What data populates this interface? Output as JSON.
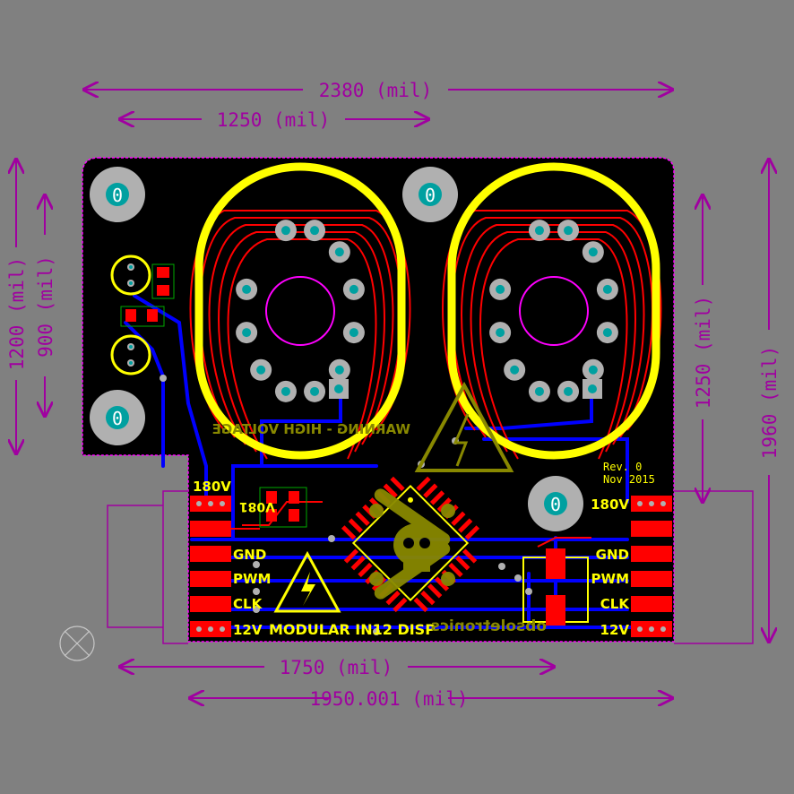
{
  "colors": {
    "background": "#808080",
    "board": "#000000",
    "outline": "#ff00ff",
    "dimension": "#a000a0",
    "silk": "#ffff00",
    "copper_top": "#ff0000",
    "copper_bottom": "#0000ff",
    "pad": "#b0b0b0",
    "via": "#00a0a0",
    "ghost": "#888800"
  },
  "dimensions": {
    "top_total": "2380 (mil)",
    "top_partial": "1250 (mil)",
    "left_outer": "1200 (mil)",
    "left_inner": "900 (mil)",
    "right_inner": "1250 (mil)",
    "right_outer": "1960 (mil)",
    "bottom_inner": "1750 (mil)",
    "bottom_outer": "1950.001 (mil)"
  },
  "mount_holes": [
    "0",
    "0",
    "0",
    "0"
  ],
  "connectors": {
    "left": [
      "180V",
      "GND",
      "PWM",
      "CLK",
      "12V"
    ],
    "right": [
      "180V",
      "GND",
      "PWM",
      "CLK",
      "12V"
    ]
  },
  "board_text": {
    "title": "MODULAR IN12 DISP",
    "revision": "Rev. 0",
    "date": "Nov 2015",
    "regulator_mark": "V081",
    "mirrored_warning": "WARNING - HIGH VOLTAGE",
    "mirrored_brand": "obsoletronics"
  },
  "icons": [
    "high-voltage-warning-icon",
    "skull-crossbones-icon",
    "origin-crosshair-icon"
  ]
}
